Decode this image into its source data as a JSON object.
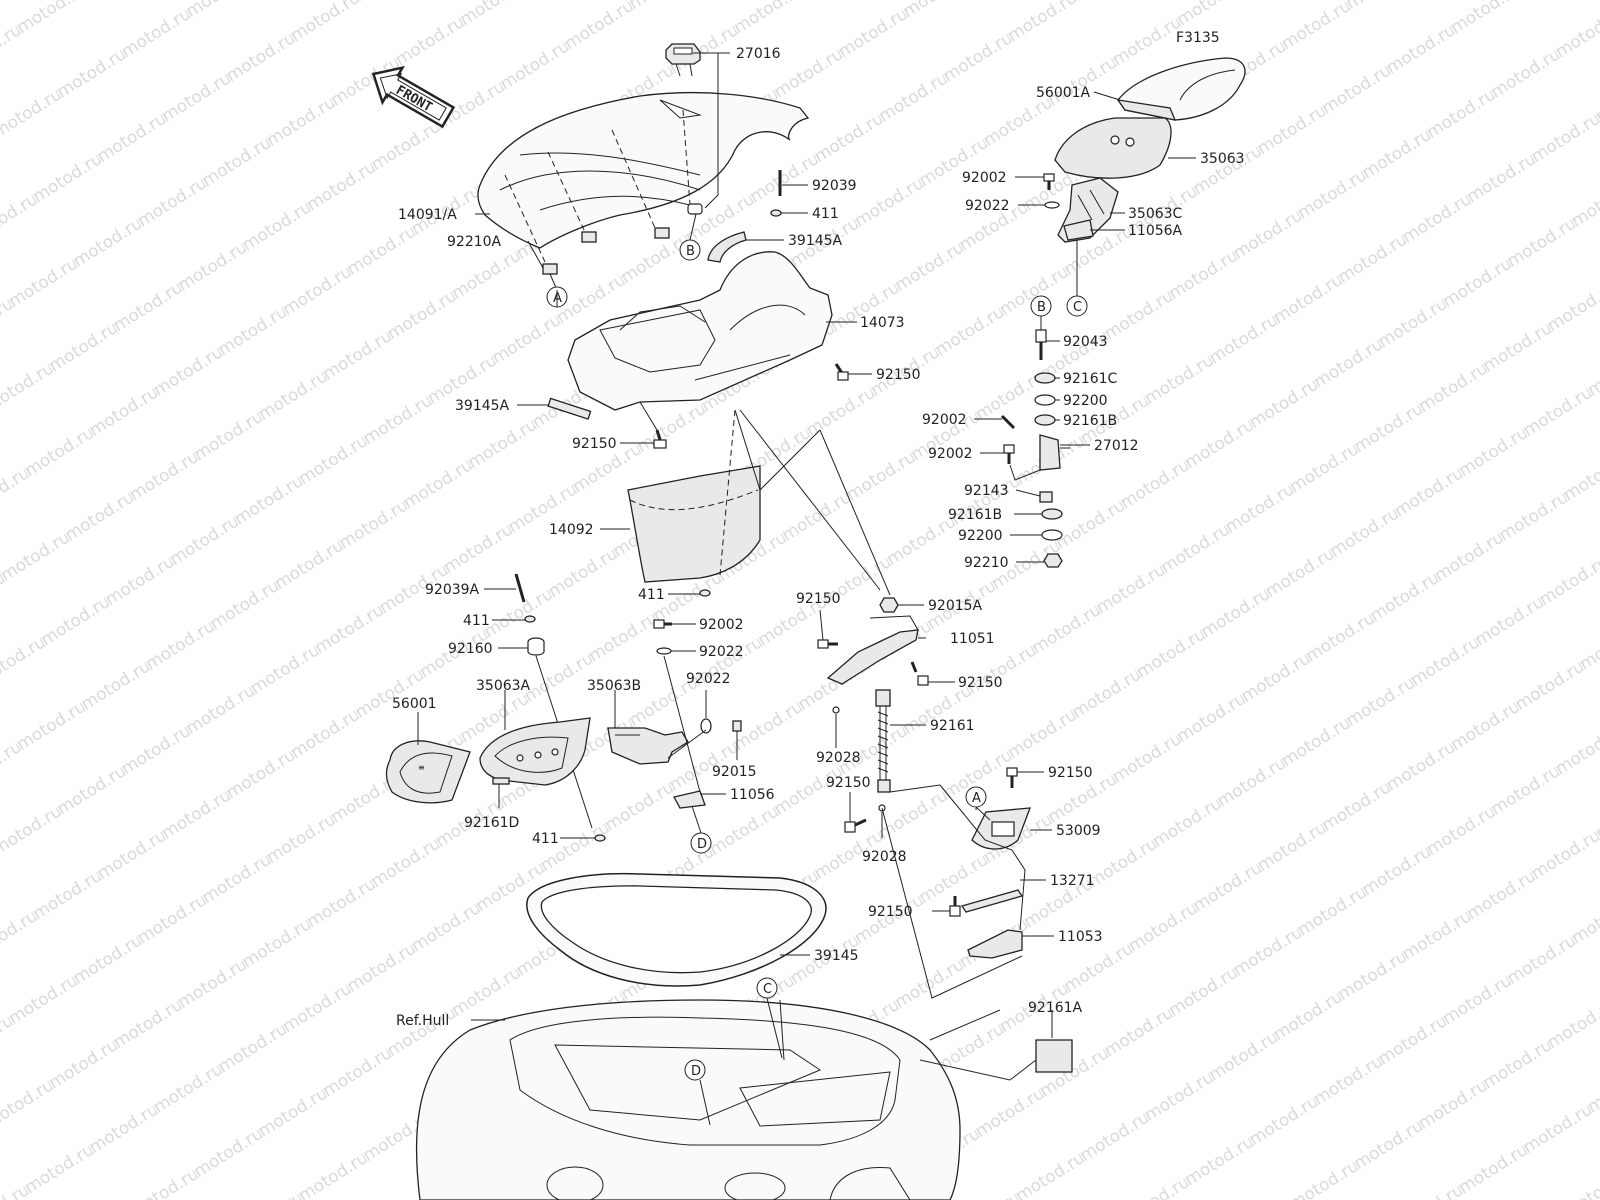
{
  "diagram_code": "F3135",
  "front_label": "FRONT",
  "watermark_text": "motod.ru",
  "callouts": [
    {
      "id": "c-27016",
      "text": "27016"
    },
    {
      "id": "c-14091a",
      "text": "14091/A"
    },
    {
      "id": "c-92039",
      "text": "92039"
    },
    {
      "id": "c-411-a",
      "text": "411"
    },
    {
      "id": "c-39145a-a",
      "text": "39145A"
    },
    {
      "id": "c-92210a",
      "text": "92210A"
    },
    {
      "id": "c-14073",
      "text": "14073"
    },
    {
      "id": "c-92150-a",
      "text": "92150"
    },
    {
      "id": "c-39145a-b",
      "text": "39145A"
    },
    {
      "id": "c-92150-b",
      "text": "92150"
    },
    {
      "id": "c-14092",
      "text": "14092"
    },
    {
      "id": "c-411-b",
      "text": "411"
    },
    {
      "id": "c-92039a",
      "text": "92039A"
    },
    {
      "id": "c-411-c",
      "text": "411"
    },
    {
      "id": "c-92160",
      "text": "92160"
    },
    {
      "id": "c-92002-a",
      "text": "92002"
    },
    {
      "id": "c-92022-a",
      "text": "92022"
    },
    {
      "id": "c-92022-b",
      "text": "92022"
    },
    {
      "id": "c-56001",
      "text": "56001"
    },
    {
      "id": "c-35063a",
      "text": "35063A"
    },
    {
      "id": "c-35063b",
      "text": "35063B"
    },
    {
      "id": "c-92015",
      "text": "92015"
    },
    {
      "id": "c-92161d",
      "text": "92161D"
    },
    {
      "id": "c-11056",
      "text": "11056"
    },
    {
      "id": "c-411-d",
      "text": "411"
    },
    {
      "id": "c-56001a",
      "text": "56001A"
    },
    {
      "id": "c-35063",
      "text": "35063"
    },
    {
      "id": "c-92002-b",
      "text": "92002"
    },
    {
      "id": "c-92022-c",
      "text": "92022"
    },
    {
      "id": "c-35063c",
      "text": "35063C"
    },
    {
      "id": "c-11056a",
      "text": "11056A"
    },
    {
      "id": "c-92043",
      "text": "92043"
    },
    {
      "id": "c-92161c",
      "text": "92161C"
    },
    {
      "id": "c-92200-a",
      "text": "92200"
    },
    {
      "id": "c-92002-c",
      "text": "92002"
    },
    {
      "id": "c-92161b-a",
      "text": "92161B"
    },
    {
      "id": "c-92002-d",
      "text": "92002"
    },
    {
      "id": "c-27012",
      "text": "27012"
    },
    {
      "id": "c-92143",
      "text": "92143"
    },
    {
      "id": "c-92161b-b",
      "text": "92161B"
    },
    {
      "id": "c-92200-b",
      "text": "92200"
    },
    {
      "id": "c-92210",
      "text": "92210"
    },
    {
      "id": "c-92150-c",
      "text": "92150"
    },
    {
      "id": "c-92015a",
      "text": "92015A"
    },
    {
      "id": "c-11051",
      "text": "11051"
    },
    {
      "id": "c-92150-d",
      "text": "92150"
    },
    {
      "id": "c-92161",
      "text": "92161"
    },
    {
      "id": "c-92028-a",
      "text": "92028"
    },
    {
      "id": "c-92150-e",
      "text": "92150"
    },
    {
      "id": "c-92028-b",
      "text": "92028"
    },
    {
      "id": "c-92150-f",
      "text": "92150"
    },
    {
      "id": "c-53009",
      "text": "53009"
    },
    {
      "id": "c-13271",
      "text": "13271"
    },
    {
      "id": "c-92150-g",
      "text": "92150"
    },
    {
      "id": "c-11053",
      "text": "11053"
    },
    {
      "id": "c-39145",
      "text": "39145"
    },
    {
      "id": "c-ref-hull",
      "text": "Ref.Hull"
    },
    {
      "id": "c-92161a",
      "text": "92161A"
    }
  ],
  "reference_markers": [
    {
      "id": "m-a-1",
      "text": "A"
    },
    {
      "id": "m-b-1",
      "text": "B"
    },
    {
      "id": "m-b-2",
      "text": "B"
    },
    {
      "id": "m-c-1",
      "text": "C"
    },
    {
      "id": "m-d-1",
      "text": "D"
    },
    {
      "id": "m-a-2",
      "text": "A"
    },
    {
      "id": "m-c-2",
      "text": "C"
    },
    {
      "id": "m-d-2",
      "text": "D"
    }
  ]
}
